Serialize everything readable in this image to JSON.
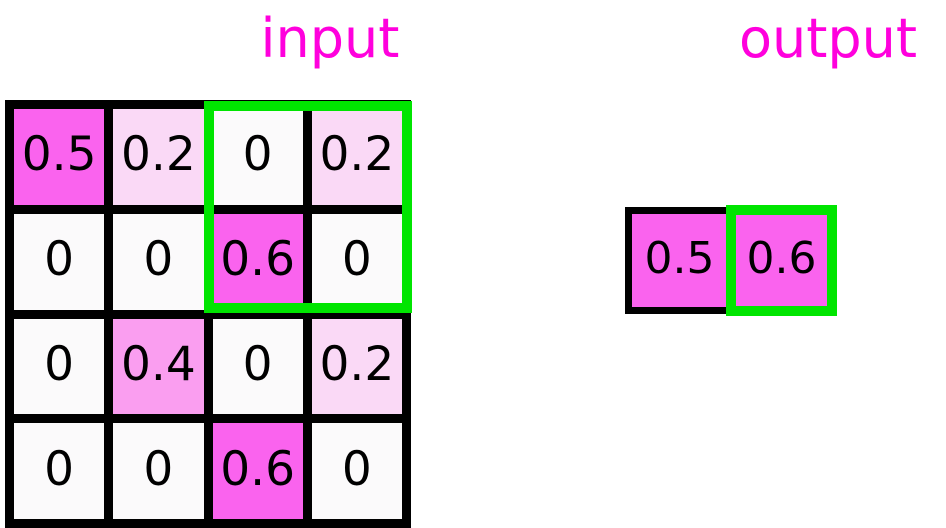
{
  "titles": {
    "input": "input",
    "output": "output"
  },
  "colors": {
    "title": "#ff00dd",
    "selection": "#00e500",
    "grid_line": "#000000",
    "text": "#000000",
    "background": "#ffffff",
    "value_scale": {
      "0": "#fbfafb",
      "0.2": "#fad9f6",
      "0.4": "#fa9ef0",
      "0.5": "#fa63ee",
      "0.6": "#fa63ee"
    }
  },
  "chart_data": {
    "type": "heatmap",
    "title": "input",
    "rows": 4,
    "cols": 4,
    "values": [
      [
        0.5,
        0.2,
        0,
        0.2
      ],
      [
        0,
        0,
        0.6,
        0
      ],
      [
        0,
        0.4,
        0,
        0.2
      ],
      [
        0,
        0,
        0.6,
        0
      ]
    ],
    "labels": [
      [
        "0.5",
        "0.2",
        "0",
        "0.2"
      ],
      [
        "0",
        "0",
        "0.6",
        "0"
      ],
      [
        "0",
        "0.4",
        "0",
        "0.2"
      ],
      [
        "0",
        "0",
        "0.6",
        "0"
      ]
    ],
    "colors": [
      [
        "#fa63ee",
        "#fad9f6",
        "#fbfafb",
        "#fad9f6"
      ],
      [
        "#fbfafb",
        "#fbfafb",
        "#fa63ee",
        "#fbfafb"
      ],
      [
        "#fbfafb",
        "#fa9ef0",
        "#fbfafb",
        "#fad9f6"
      ],
      [
        "#fbfafb",
        "#fbfafb",
        "#fa63ee",
        "#fbfafb"
      ]
    ],
    "selection": {
      "row_start": 0,
      "row_end": 1,
      "col_start": 2,
      "col_end": 3
    }
  },
  "output_grid": {
    "type": "heatmap",
    "title": "output",
    "rows": 1,
    "cols": 2,
    "values": [
      [
        0.5,
        0.6
      ]
    ],
    "labels": [
      [
        "0.5",
        "0.6"
      ]
    ],
    "colors": [
      [
        "#fa63ee",
        "#fa63ee"
      ]
    ],
    "selection": {
      "row_start": 0,
      "row_end": 0,
      "col_start": 1,
      "col_end": 1
    }
  }
}
